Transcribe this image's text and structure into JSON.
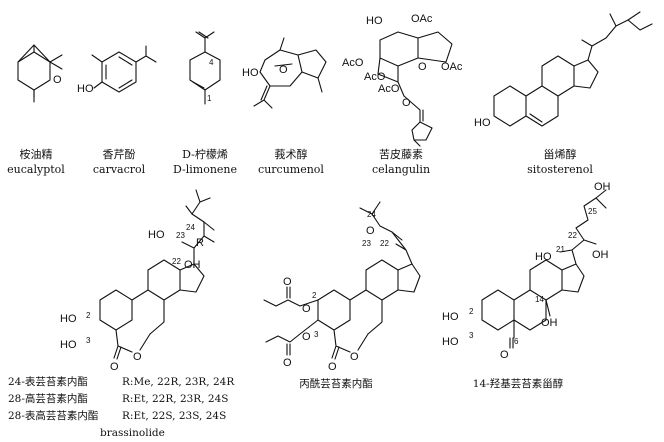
{
  "compounds_top": [
    {
      "cn": "桉油精",
      "en": "eucalyptol"
    },
    {
      "cn": "香芹酚",
      "en": "carvacrol"
    },
    {
      "cn": "D-柠檬烯",
      "en": "D-limonene"
    },
    {
      "cn": "莪术醇",
      "en": "curcumenol"
    },
    {
      "cn": "苦皮藤素",
      "en": "celangulin"
    },
    {
      "cn": "甾烯醇",
      "en": "sitosterenol"
    }
  ],
  "brassinolide_rows": [
    {
      "cn": "24-表芸苔素内酯",
      "r": "R:Me, 22R, 23R, 24R"
    },
    {
      "cn": "28-高芸苔素内酯",
      "r": "R:Et, 22R, 23R, 24S"
    },
    {
      "cn": "28-表高芸苔素内酯",
      "r": "R:Et, 22S, 23S, 24S"
    }
  ],
  "brassinolide_caption": "brassinolide",
  "compound_propionyl": "丙酰芸苔素内酯",
  "compound_hydroxy": "14-羟基芸苔素甾醇",
  "atoms": {
    "HO": "HO",
    "OH": "OH",
    "O": "O",
    "OAc": "OAc",
    "AcO": "AcO",
    "R": "R",
    "n1": "1",
    "n2": "2",
    "n3": "3",
    "n4": "4",
    "n6": "6",
    "n14": "14",
    "n21": "21",
    "n22": "22",
    "n23": "23",
    "n24": "24",
    "n25": "25"
  }
}
